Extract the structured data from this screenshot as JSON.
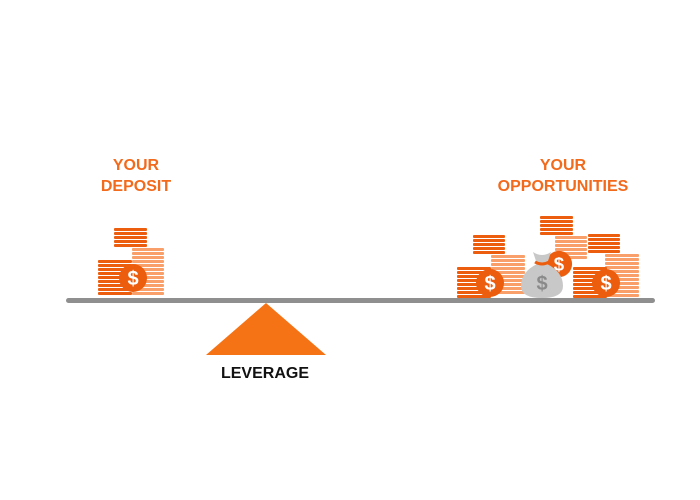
{
  "colors": {
    "accent": "#f26a1b",
    "coin_dark": "#ec5d0d",
    "coin_mid": "#f47a30",
    "coin_light": "#f9a06a",
    "beam": "#8f8f8f",
    "fulcrum": "#f57314",
    "bag": "#c8c8c8",
    "bag_symbol": "#8a8a8a",
    "text_dark": "#111111"
  },
  "left": {
    "title_line1": "YOUR",
    "title_line2": "DEPOSIT",
    "icon": "coin-stack-icon"
  },
  "right": {
    "title_line1": "YOUR",
    "title_line2": "OPPORTUNITIES",
    "icons": [
      "coin-stack-icon",
      "money-bag-icon",
      "coin-stack-icon"
    ]
  },
  "fulcrum": {
    "label": "LEVERAGE",
    "icon": "triangle-fulcrum-icon"
  },
  "symbols": {
    "dollar": "$"
  }
}
